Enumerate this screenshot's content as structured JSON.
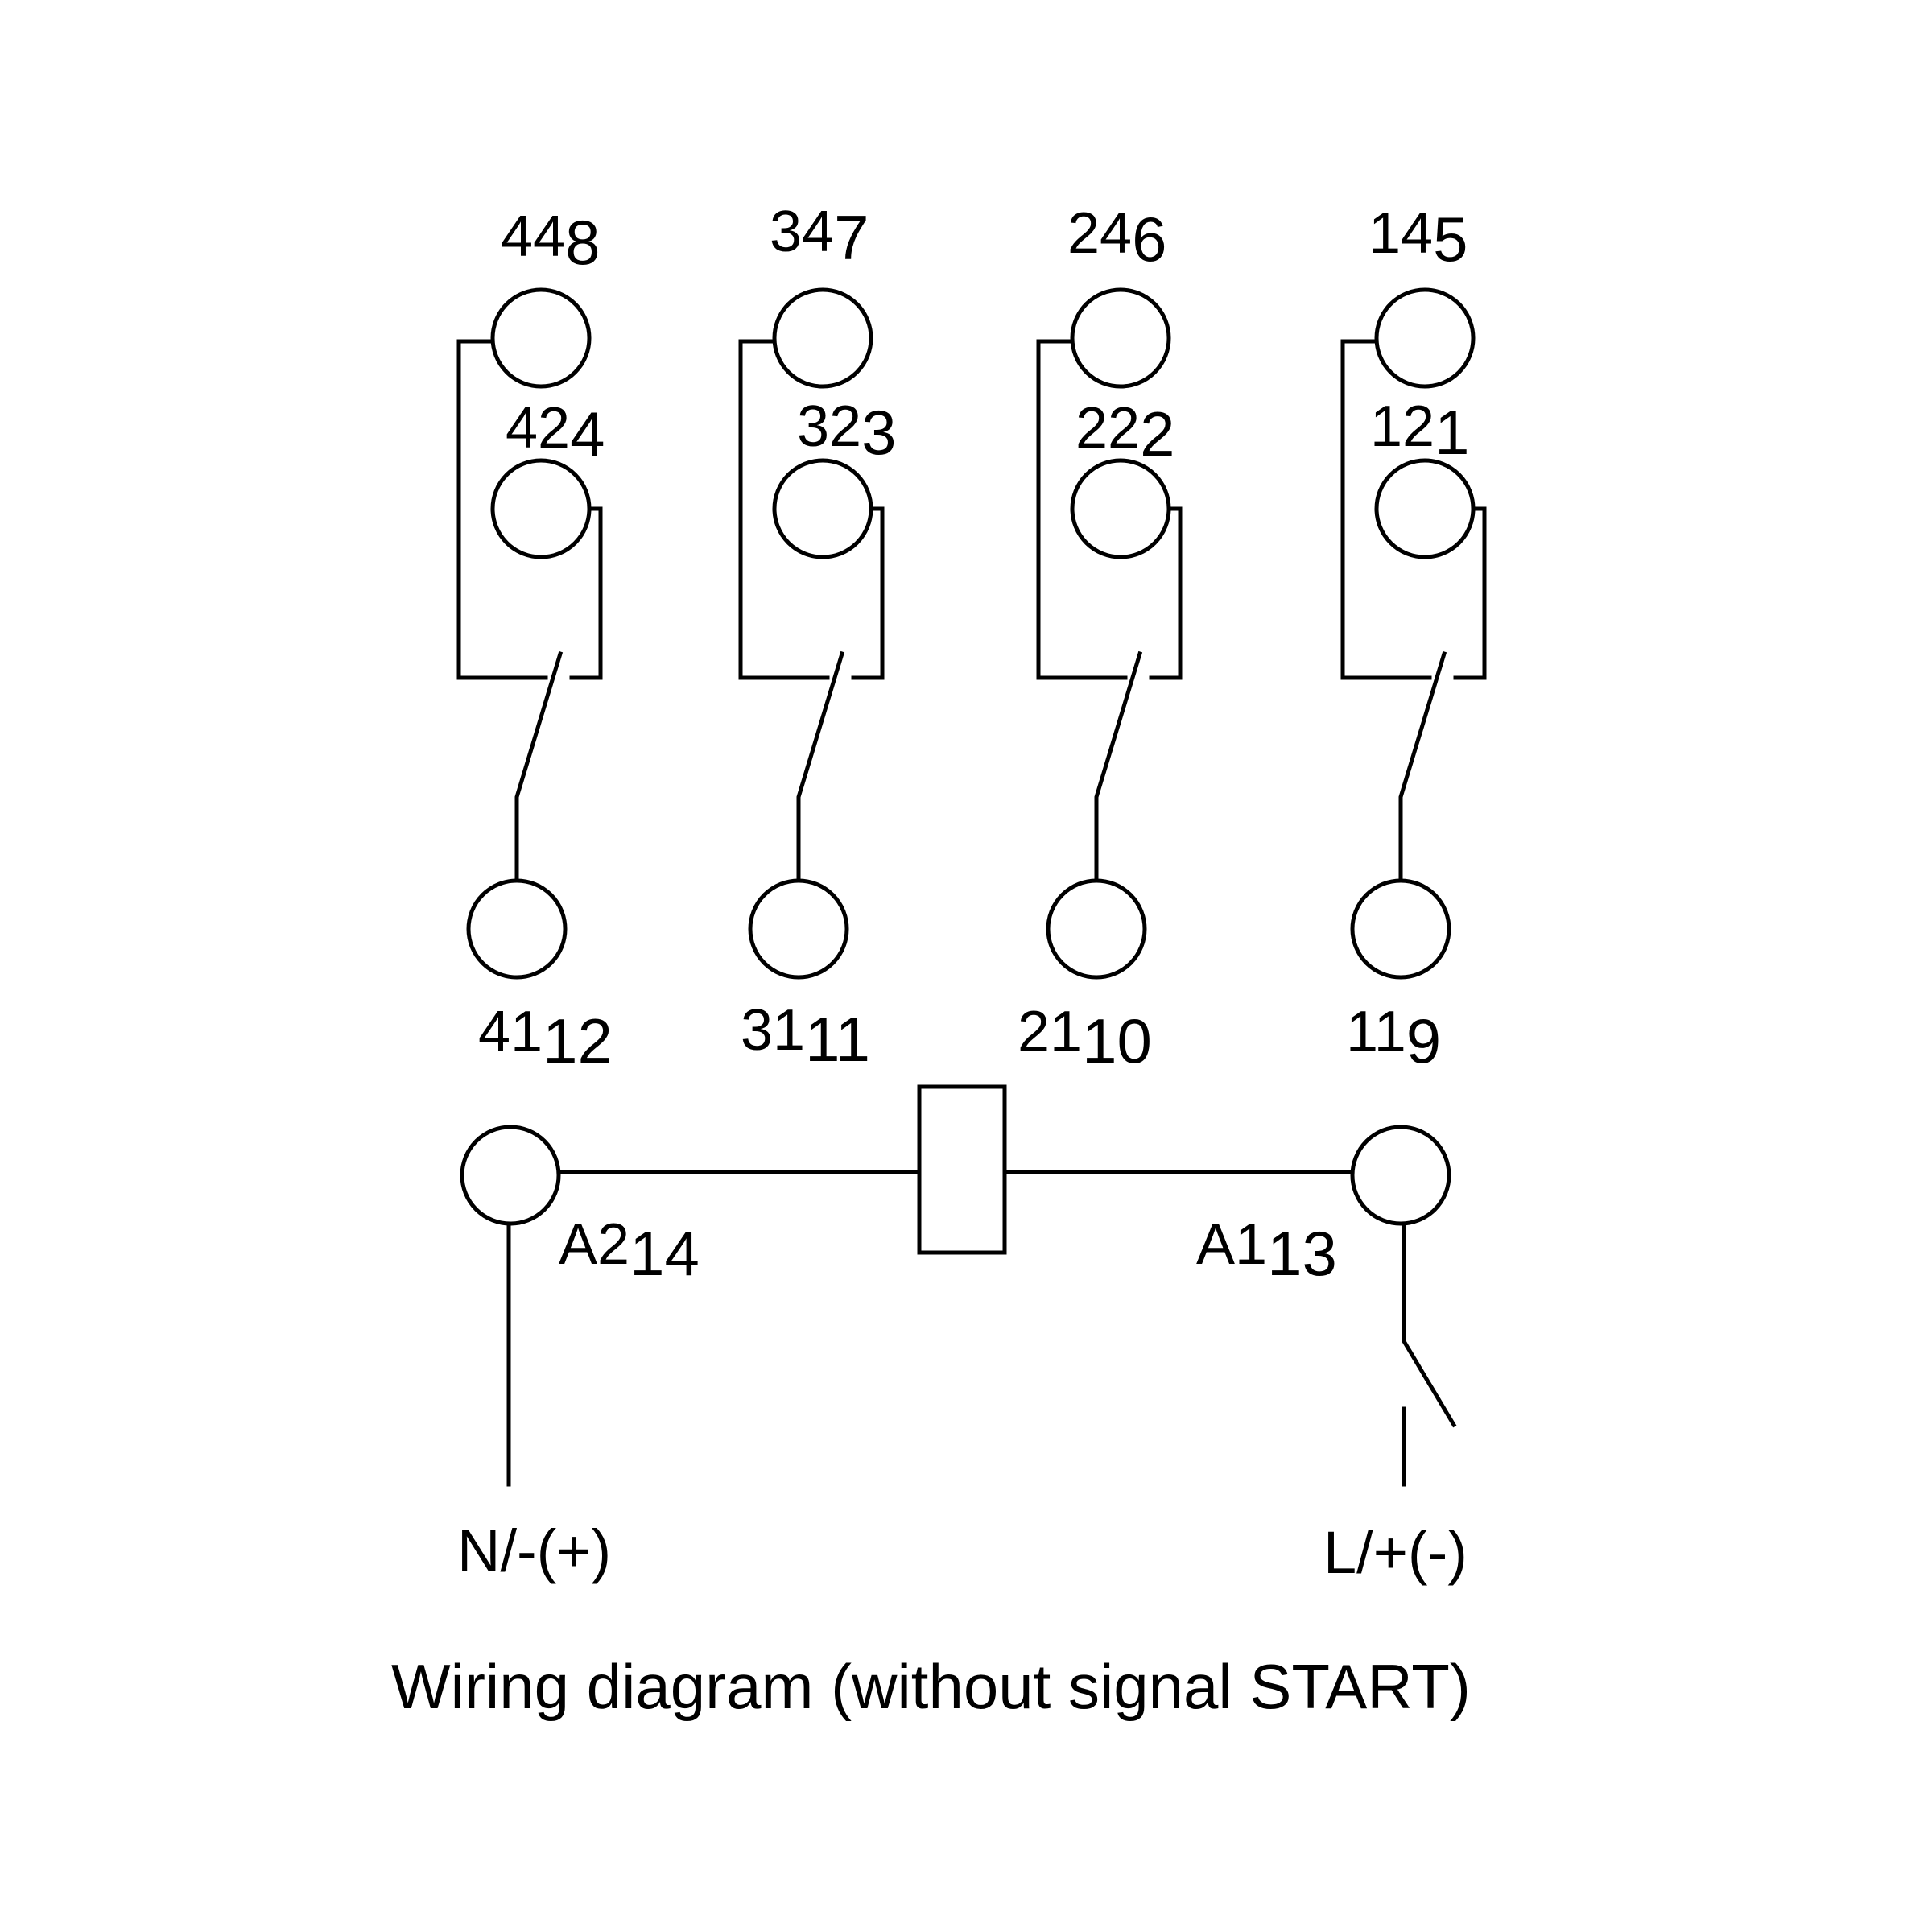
{
  "contacts": [
    {
      "no_terminal": {
        "main": "44",
        "sub": "8"
      },
      "nc_terminal": {
        "main": "42",
        "sub": "4"
      },
      "common_terminal": {
        "main": "41",
        "sub": "12"
      }
    },
    {
      "no_terminal": {
        "main": "34",
        "sub": "7"
      },
      "nc_terminal": {
        "main": "32",
        "sub": "3"
      },
      "common_terminal": {
        "main": "31",
        "sub": "11"
      }
    },
    {
      "no_terminal": {
        "main": "24",
        "sub": "6"
      },
      "nc_terminal": {
        "main": "22",
        "sub": "2"
      },
      "common_terminal": {
        "main": "21",
        "sub": "10"
      }
    },
    {
      "no_terminal": {
        "main": "14",
        "sub": "5"
      },
      "nc_terminal": {
        "main": "12",
        "sub": "1"
      },
      "common_terminal": {
        "main": "11",
        "sub": "9"
      }
    }
  ],
  "coil": {
    "a2_terminal": {
      "main": "A2",
      "sub": "14"
    },
    "a1_terminal": {
      "main": "A1",
      "sub": "13"
    }
  },
  "supply": {
    "neutral_label": "N/-(+)",
    "line_label": "L/+(-)"
  },
  "caption": "Wiring diagram (without signal START)"
}
